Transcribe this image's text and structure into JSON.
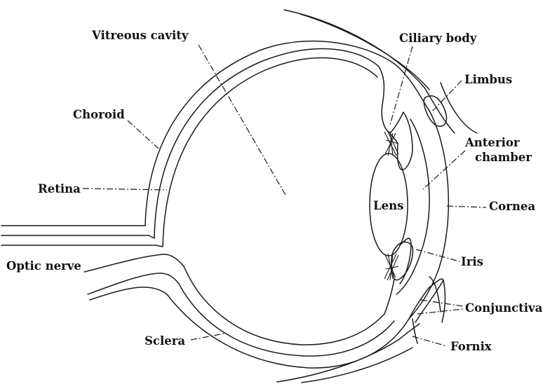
{
  "diagram": {
    "labels": {
      "vitreous_cavity": "Vitreous cavity",
      "ciliary_body": "Ciliary body",
      "limbus": "Limbus",
      "choroid": "Choroid",
      "anterior": "Anterior",
      "chamber": "chamber",
      "retina": "Retina",
      "lens": "Lens",
      "cornea": "Cornea",
      "optic_nerve": "Optic nerve",
      "iris": "Iris",
      "conjunctiva": "Conjunctiva",
      "sclera": "Sclera",
      "fornix": "Fornix"
    }
  }
}
